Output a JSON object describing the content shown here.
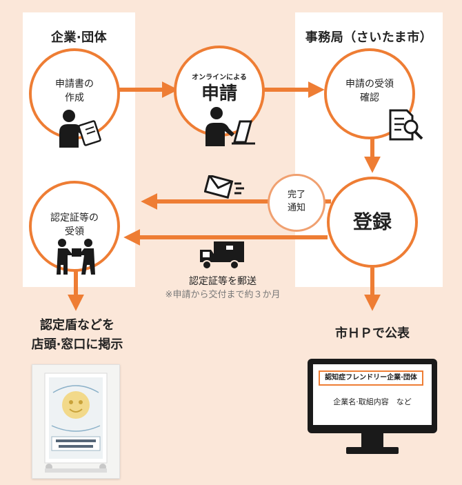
{
  "colors": {
    "accent": "#ee7d34",
    "background": "#fbe7d9",
    "panel": "#ffffff",
    "icon": "#1a1a1a"
  },
  "left_panel": {
    "title": "企業·団体"
  },
  "right_panel": {
    "title": "事務局（さいたま市）"
  },
  "steps": {
    "create": {
      "line1": "申請書の",
      "line2": "作成",
      "icon": "person-writing-icon"
    },
    "apply": {
      "small": "オンラインによる",
      "big": "申請",
      "icon": "person-laptop-icon"
    },
    "confirm": {
      "line1": "申請の受領",
      "line2": "確認",
      "icon": "document-search-icon"
    },
    "register": {
      "big": "登録"
    },
    "receive": {
      "line1": "認定証等の",
      "line2": "受領",
      "icon": "delivery-handover-icon"
    }
  },
  "notify": {
    "line1": "完了",
    "line2": "通知",
    "icon": "mail-icon"
  },
  "shipping": {
    "line1": "認定証等を郵送",
    "line2": "※申請から交付まで約３か月",
    "icon": "delivery-truck-icon"
  },
  "outcomes": {
    "display": {
      "line1": "認定盾などを",
      "line2": "店頭·窓口に掲示",
      "image_icon": "certificate-plaque-image"
    },
    "publish": {
      "title": "市ＨＰで公表",
      "screen_heading": "認知症フレンドリー企業·団体",
      "screen_body": "企業名·取組内容　など",
      "icon": "monitor-icon"
    }
  }
}
